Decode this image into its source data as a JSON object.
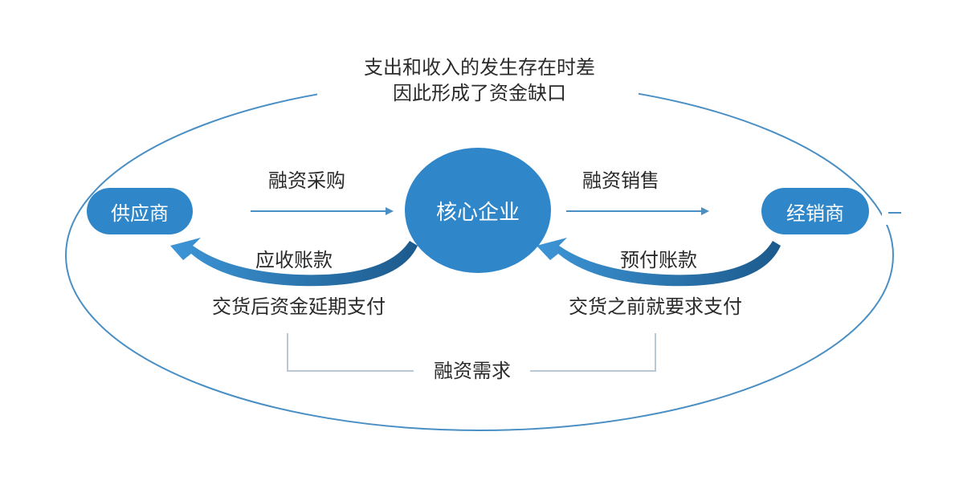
{
  "top_note": {
    "line1": "支出和收入的发生存在时差",
    "line2": "因此形成了资金缺口"
  },
  "nodes": {
    "supplier": "供应商",
    "core": "核心企业",
    "distributor": "经销商"
  },
  "flows": {
    "financing_purchase": "融资采购",
    "financing_sales": "融资销售",
    "accounts_receivable": "应收账款",
    "prepayment": "预付账款"
  },
  "descriptions": {
    "deferred_payment": "交货后资金延期支付",
    "advance_payment": "交货之前就要求支付"
  },
  "bottom": {
    "financing_demand": "融资需求"
  },
  "colors": {
    "accent": "#2f86c8",
    "line": "#4a8fc4",
    "bracket": "#b9c8d6",
    "text": "#2b2b2b"
  }
}
